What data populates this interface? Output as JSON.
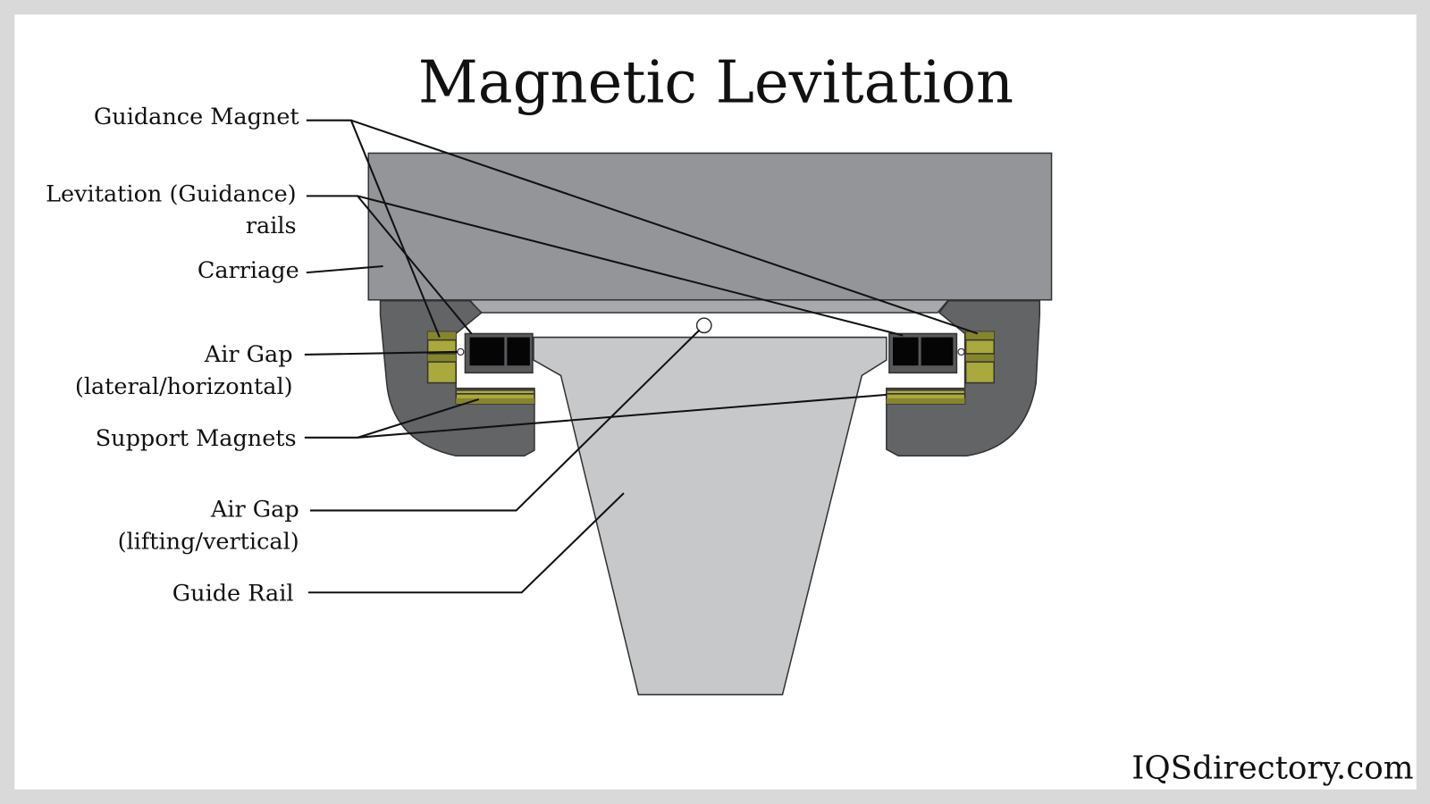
{
  "title": "Magnetic Levitation",
  "labels": {
    "guidance_magnet": "Guidance Magnet",
    "levitation_rails_line1": "Levitation (Guidance)",
    "levitation_rails_line2": "rails",
    "carriage": "Carriage",
    "air_gap_lateral_line1": "Air Gap",
    "air_gap_lateral_line2": "(lateral/horizontal)",
    "support_magnets": "Support Magnets",
    "air_gap_vertical_line1": "Air Gap",
    "air_gap_vertical_line2": "(lifting/vertical)",
    "guide_rail": "Guide Rail"
  },
  "brand": "IQSdirectory.com",
  "colors": {
    "carriage": "#939598",
    "arm": "#636466",
    "rail": "#c7c8ca",
    "magnet_yellow": "#a9a93c",
    "magnet_dark": "#85852c"
  }
}
